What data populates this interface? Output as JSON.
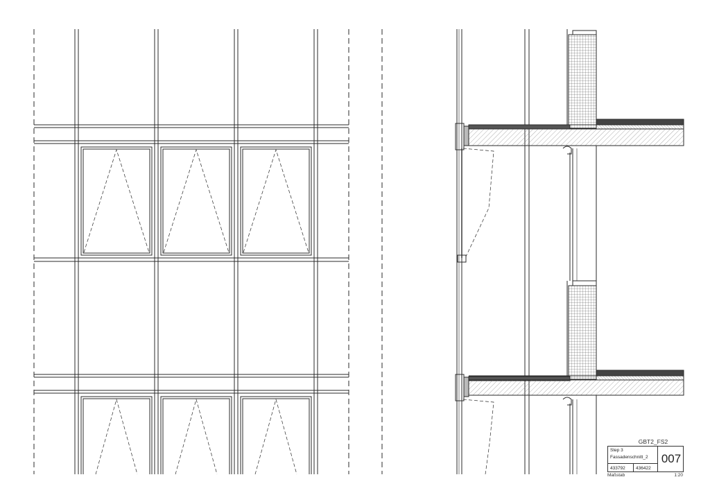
{
  "title_block": {
    "project": "GBT2_FS2",
    "step": "Step 3",
    "drawing_name": "Fassadenschnitt_2",
    "sheet_number": "007",
    "id_1": "433792",
    "id_2": "436422",
    "scale_label": "Maßstab",
    "scale_value": "1:20"
  },
  "colors": {
    "line": "#2a2a2a",
    "hatch": "#555555",
    "background": "#ffffff"
  }
}
